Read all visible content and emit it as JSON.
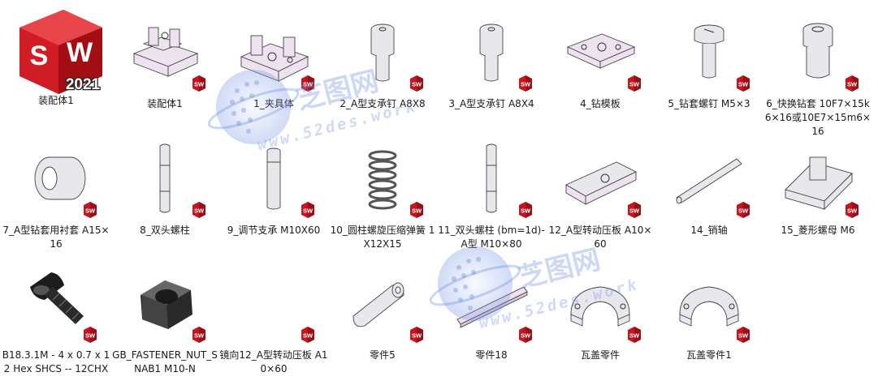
{
  "files": [
    {
      "label": "装配体1",
      "icon": "solidworks-2021-logo-icon",
      "badge": false
    },
    {
      "label": "装配体1",
      "icon": "assembly-fixture-icon",
      "badge": true
    },
    {
      "label": "1_夹具体",
      "icon": "fixture-body-icon",
      "badge": true
    },
    {
      "label": "2_A型支承钉 A8X8",
      "icon": "support-pin-icon",
      "badge": true
    },
    {
      "label": "3_A型支承钉 A8X4",
      "icon": "support-pin-icon",
      "badge": true
    },
    {
      "label": "4_钻模板",
      "icon": "drill-plate-icon",
      "badge": true
    },
    {
      "label": "5_钻套螺钉 M5×3",
      "icon": "screw-icon",
      "badge": true
    },
    {
      "label": "6_快换钻套 10F7×15k6×16或10E7×15m6×16",
      "icon": "drill-bushing-icon",
      "badge": true
    },
    {
      "label": "7_A型钻套用衬套 A15×16",
      "icon": "liner-sleeve-icon",
      "badge": true
    },
    {
      "label": "8_双头螺柱",
      "icon": "stud-icon",
      "badge": true
    },
    {
      "label": "9_调节支承 M10X60",
      "icon": "adjust-support-icon",
      "badge": true
    },
    {
      "label": "10_圆柱螺旋压缩弹簧 1X12X15",
      "icon": "spring-icon",
      "badge": true
    },
    {
      "label": "11_双头螺柱 (bm=1d)-A型 M10×80",
      "icon": "stud-icon",
      "badge": true
    },
    {
      "label": "12_A型转动压板 A10×60",
      "icon": "clamp-plate-icon",
      "badge": true
    },
    {
      "label": "14_销轴",
      "icon": "pin-shaft-icon",
      "badge": true
    },
    {
      "label": "15_菱形螺母 M6",
      "icon": "diamond-nut-icon",
      "badge": true
    },
    {
      "label": "B18.3.1M - 4 x 0.7 x 12 Hex SHCS -- 12CHX",
      "icon": "socket-cap-screw-icon",
      "badge": true
    },
    {
      "label": "GB_FASTENER_NUT_SNAB1 M10-N",
      "icon": "hex-nut-icon",
      "badge": true
    },
    {
      "label": "镜向12_A型转动压板 A10×60",
      "icon": "blank-icon",
      "badge": true
    },
    {
      "label": "零件5",
      "icon": "cylinder-icon",
      "badge": true
    },
    {
      "label": "零件18",
      "icon": "strip-icon",
      "badge": true
    },
    {
      "label": "瓦盖零件",
      "icon": "bearing-cap-icon",
      "badge": true
    },
    {
      "label": "瓦盖零件1",
      "icon": "bearing-cap-icon",
      "badge": true
    }
  ],
  "logo": {
    "letters": "SW",
    "year": "2021"
  },
  "watermark": {
    "title": "芝图网",
    "url": "www.52des.work"
  },
  "colors": {
    "sw_red": "#c8141e",
    "part_pink": "#efe2f0",
    "wm_blue": "#7a8fe0"
  }
}
